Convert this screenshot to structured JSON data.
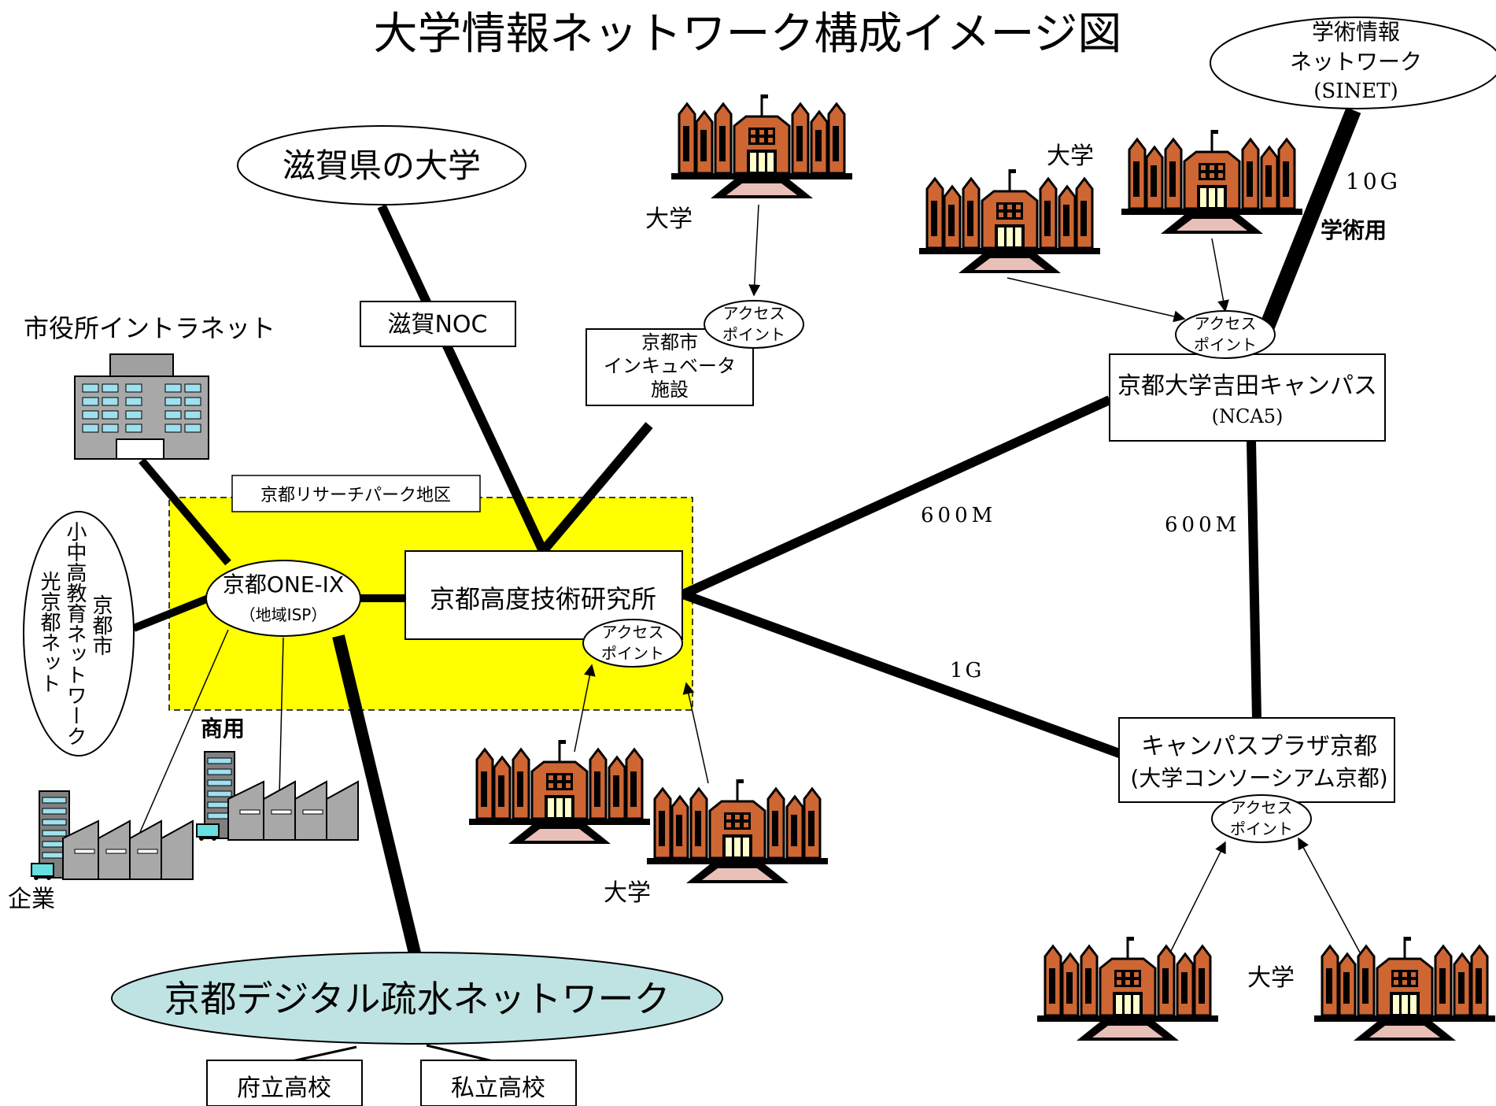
{
  "title": "大学情報ネットワーク構成イメージ図",
  "nodes": {
    "sinet": [
      "学術情報",
      "ネットワーク",
      "(SINET)"
    ],
    "shiga_univ": "滋賀県の大学",
    "shiga_noc": "滋賀NOC",
    "city_intranet": "市役所イントラネット",
    "research_park": "京都リサーチパーク地区",
    "incubator": [
      "京都市",
      "インキュベータ",
      "施設"
    ],
    "one_ix": [
      "京都ONE-IX",
      "（地域ISP）"
    ],
    "ashtech": "京都高度技術研究所",
    "school_net_a": [
      "小中高教育ネットワーク",
      "光京都ネット"
    ],
    "school_net_b": "京都市",
    "yoshida": [
      "京都大学吉田キャンパス",
      "(NCA5)"
    ],
    "plaza": [
      "キャンパスプラザ京都",
      "(大学コンソーシアム京都)"
    ],
    "sosui": "京都デジタル疏水ネットワーク",
    "pref_school": "府立高校",
    "private_school": "私立高校"
  },
  "labels": {
    "access_point": [
      "アクセス",
      "ポイント"
    ],
    "university": "大学",
    "commercial": "商用",
    "academic": "学術用",
    "enterprise": "企業"
  },
  "links": {
    "sinet_speed": "10G",
    "ashtech_yoshida": "600M",
    "yoshida_plaza": "600M",
    "ashtech_plaza": "1G"
  },
  "colors": {
    "building_brick": "#cd6633",
    "building_window": "#ffffcc",
    "research_area": "#ffff00",
    "sosui_fill": "#bfe3e3",
    "office_glass": "#9fe0ee"
  }
}
